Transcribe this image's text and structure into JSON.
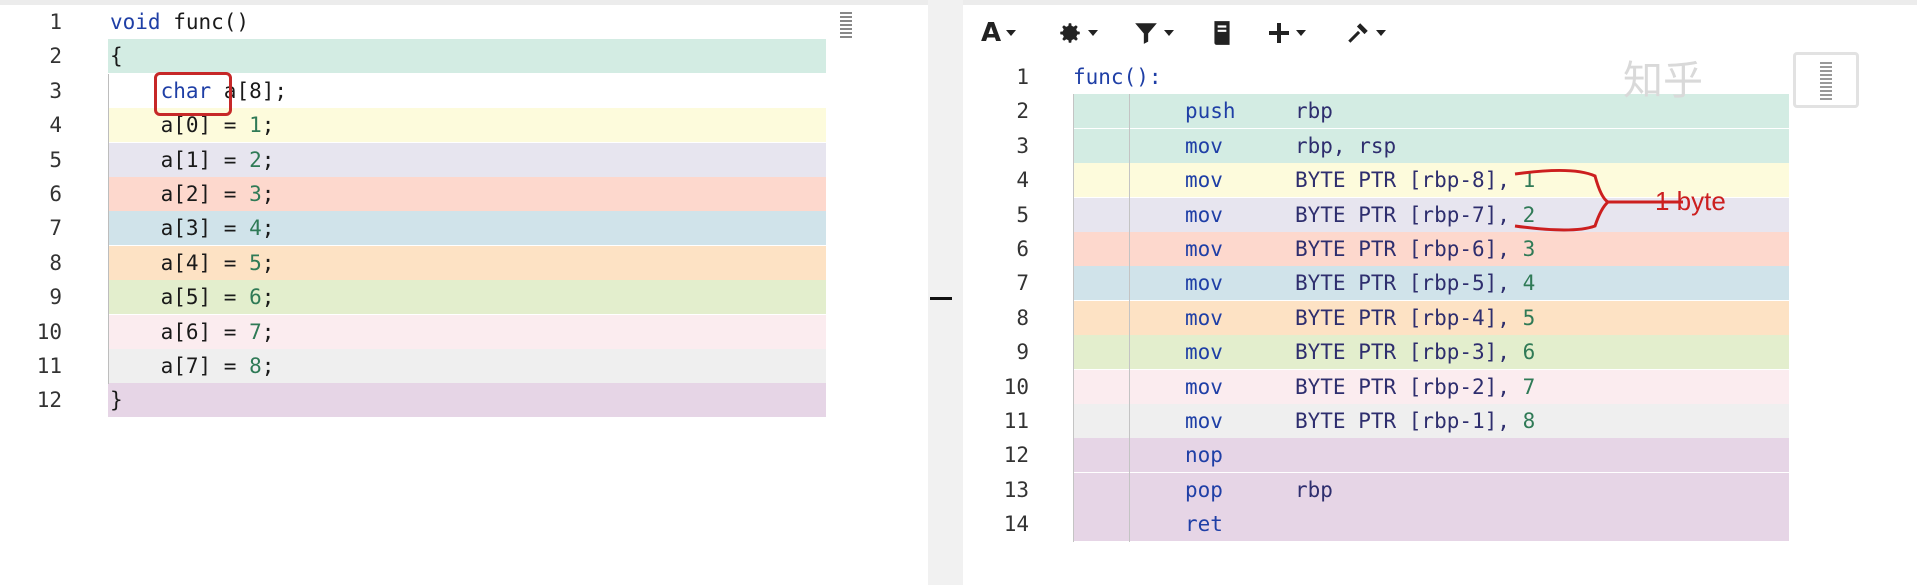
{
  "source_editor": {
    "lines": [
      {
        "n": "1",
        "parts": [
          [
            "kw",
            "void"
          ],
          [
            "fn",
            " func()"
          ]
        ]
      },
      {
        "n": "2",
        "parts": [
          [
            "fn",
            "{"
          ]
        ]
      },
      {
        "n": "3",
        "parts": [
          [
            "fn",
            "    "
          ],
          [
            "kw",
            "char"
          ],
          [
            "fn",
            " a[8];"
          ]
        ]
      },
      {
        "n": "4",
        "parts": [
          [
            "fn",
            "    a[0] = "
          ],
          [
            "num",
            "1"
          ],
          [
            "fn",
            ";"
          ]
        ]
      },
      {
        "n": "5",
        "parts": [
          [
            "fn",
            "    a[1] = "
          ],
          [
            "num",
            "2"
          ],
          [
            "fn",
            ";"
          ]
        ]
      },
      {
        "n": "6",
        "parts": [
          [
            "fn",
            "    a[2] = "
          ],
          [
            "num",
            "3"
          ],
          [
            "fn",
            ";"
          ]
        ]
      },
      {
        "n": "7",
        "parts": [
          [
            "fn",
            "    a[3] = "
          ],
          [
            "num",
            "4"
          ],
          [
            "fn",
            ";"
          ]
        ]
      },
      {
        "n": "8",
        "parts": [
          [
            "fn",
            "    a[4] = "
          ],
          [
            "num",
            "5"
          ],
          [
            "fn",
            ";"
          ]
        ]
      },
      {
        "n": "9",
        "parts": [
          [
            "fn",
            "    a[5] = "
          ],
          [
            "num",
            "6"
          ],
          [
            "fn",
            ";"
          ]
        ]
      },
      {
        "n": "10",
        "parts": [
          [
            "fn",
            "    a[6] = "
          ],
          [
            "num",
            "7"
          ],
          [
            "fn",
            ";"
          ]
        ]
      },
      {
        "n": "11",
        "parts": [
          [
            "fn",
            "    a[7] = "
          ],
          [
            "num",
            "8"
          ],
          [
            "fn",
            ";"
          ]
        ]
      },
      {
        "n": "12",
        "parts": [
          [
            "fn",
            "}"
          ]
        ]
      }
    ],
    "band_colors": [
      "#ffffff",
      "#d3ece3",
      "#ffffff",
      "#fdfbdc",
      "#e7e5ef",
      "#fdd8cd",
      "#d0e3ea",
      "#fde2c4",
      "#e3eecd",
      "#fbecef",
      "#efefef",
      "#e6d5e6"
    ]
  },
  "asm_toolbar": {
    "buttons": [
      {
        "name": "font-button",
        "icon": "A"
      },
      {
        "name": "settings-button",
        "icon": "gear"
      },
      {
        "name": "filter-button",
        "icon": "filter"
      },
      {
        "name": "libraries-button",
        "icon": "book"
      },
      {
        "name": "add-tool-button",
        "icon": "plus"
      },
      {
        "name": "tools-button",
        "icon": "wrench"
      }
    ]
  },
  "asm_output": {
    "lines": [
      {
        "n": "1",
        "label": "func():",
        "instr": "",
        "op": ""
      },
      {
        "n": "2",
        "label": "",
        "instr": "push",
        "op": "rbp"
      },
      {
        "n": "3",
        "label": "",
        "instr": "mov",
        "op": "rbp, rsp"
      },
      {
        "n": "4",
        "label": "",
        "instr": "mov",
        "op": "BYTE PTR [rbp-8], ",
        "imm": "1"
      },
      {
        "n": "5",
        "label": "",
        "instr": "mov",
        "op": "BYTE PTR [rbp-7], ",
        "imm": "2"
      },
      {
        "n": "6",
        "label": "",
        "instr": "mov",
        "op": "BYTE PTR [rbp-6], ",
        "imm": "3"
      },
      {
        "n": "7",
        "label": "",
        "instr": "mov",
        "op": "BYTE PTR [rbp-5], ",
        "imm": "4"
      },
      {
        "n": "8",
        "label": "",
        "instr": "mov",
        "op": "BYTE PTR [rbp-4], ",
        "imm": "5"
      },
      {
        "n": "9",
        "label": "",
        "instr": "mov",
        "op": "BYTE PTR [rbp-3], ",
        "imm": "6"
      },
      {
        "n": "10",
        "label": "",
        "instr": "mov",
        "op": "BYTE PTR [rbp-2], ",
        "imm": "7"
      },
      {
        "n": "11",
        "label": "",
        "instr": "mov",
        "op": "BYTE PTR [rbp-1], ",
        "imm": "8"
      },
      {
        "n": "12",
        "label": "",
        "instr": "nop",
        "op": ""
      },
      {
        "n": "13",
        "label": "",
        "instr": "pop",
        "op": "rbp"
      },
      {
        "n": "14",
        "label": "",
        "instr": "ret",
        "op": ""
      }
    ],
    "band_colors": [
      "#ffffff",
      "#d3ece3",
      "#d3ece3",
      "#fdfbdc",
      "#e7e5ef",
      "#fdd8cd",
      "#d0e3ea",
      "#fde2c4",
      "#e3eecd",
      "#fbecef",
      "#efefef",
      "#e6d5e6",
      "#e6d5e6",
      "#e6d5e6"
    ]
  },
  "annotation": {
    "label": "1 byte",
    "color": "#cc1f1f"
  },
  "watermark": {
    "text": "知乎"
  }
}
